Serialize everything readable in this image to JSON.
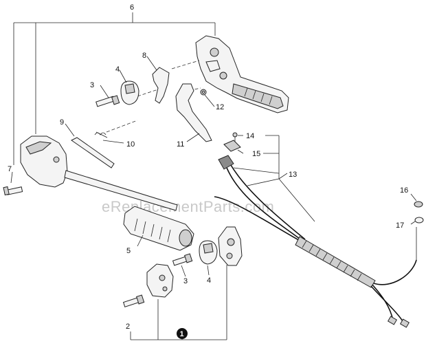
{
  "diagram": {
    "watermark": "eReplacementParts.com",
    "callouts": {
      "c1": "1",
      "c2": "2",
      "c3a": "3",
      "c3b": "3",
      "c4a": "4",
      "c4b": "4",
      "c5": "5",
      "c6": "6",
      "c7": "7",
      "c8": "8",
      "c9": "9",
      "c10": "10",
      "c11": "11",
      "c12": "12",
      "c13": "13",
      "c14": "14",
      "c15": "15",
      "c16": "16",
      "c17": "17"
    }
  }
}
